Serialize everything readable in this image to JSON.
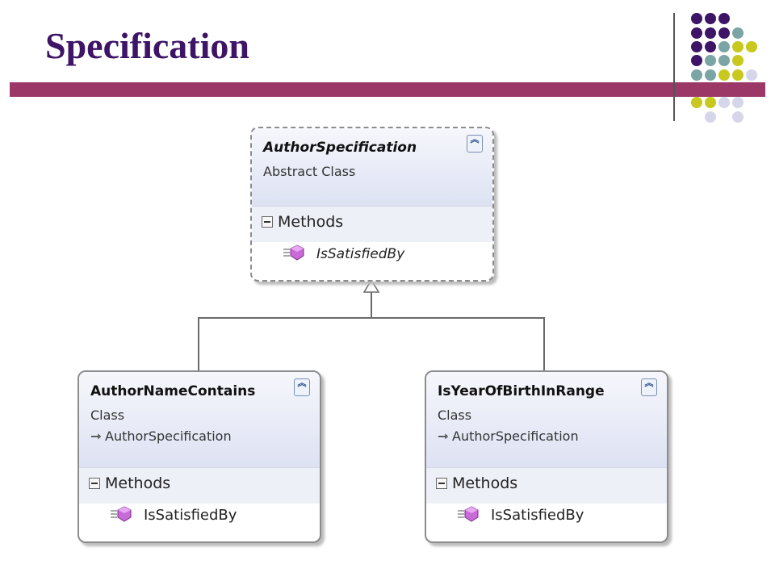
{
  "slide": {
    "title": "Specification"
  },
  "colors": {
    "title": "#3d1466",
    "bar": "#9b3868",
    "dot_purple": "#3d1466",
    "dot_teal": "#7ba4a4",
    "dot_lime": "#c8c81e",
    "dot_lavender": "#d6d6ea"
  },
  "diagram": {
    "base_class": {
      "name": "AuthorSpecification",
      "type": "Abstract Class",
      "section": "Methods",
      "method": "IsSatisfiedBy"
    },
    "derived_classes": [
      {
        "name": "AuthorNameContains",
        "type": "Class",
        "base": "AuthorSpecification",
        "section": "Methods",
        "method": "IsSatisfiedBy"
      },
      {
        "name": "IsYearOfBirthInRange",
        "type": "Class",
        "base": "AuthorSpecification",
        "section": "Methods",
        "method": "IsSatisfiedBy"
      }
    ],
    "collapse_icon": "double-chevron-up-icon",
    "method_icon": "method-icon"
  }
}
